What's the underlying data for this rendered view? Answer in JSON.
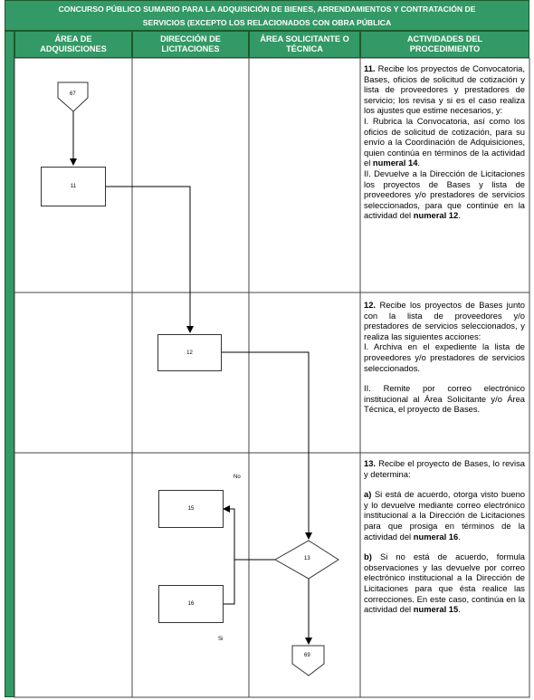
{
  "title": {
    "line1": "CONCURSO PÚBLICO SUMARIO PARA LA ADQUISICIÓN DE BIENES, ARRENDAMIENTOS Y CONTRATACIÓN DE",
    "line2": "SERVICIOS (EXCEPTO LOS RELACIONADOS CON OBRA PÚBLICA"
  },
  "columns": [
    {
      "line1": "ÁREA DE",
      "line2": "ADQUISICIONES"
    },
    {
      "line1": "DIRECCIÓN DE",
      "line2": "LICITACIONES"
    },
    {
      "line1": "ÁREA SOLICITANTE O",
      "line2": "TÉCNICA"
    },
    {
      "line1": "ACTIVIDADES DEL",
      "line2": "PROCEDIMIENTO"
    }
  ],
  "activities": {
    "a11": {
      "num": "11.",
      "intro": "Recibe los proyectos de Convocatoria, Bases, oficios de solicitud de cotización y lista de proveedores y prestadores de servicio; los revisa y si es el caso realiza los ajustes que estime necesarios, y:",
      "i": "I. Rubrica la Convocatoria, así como los oficios de solicitud de cotización, para su envío a la Coordinación de Adquisiciones, quien continúa en términos de la actividad el",
      "i_ref": "numeral 14",
      "ii": "II. Devuelve a la Dirección de Licitaciones los proyectos de Bases y lista de proveedores y/o prestadores de servicios seleccionados, para que continúe en la actividad del",
      "ii_ref": "numeral 12"
    },
    "a12": {
      "num": "12.",
      "intro": "Recibe los proyectos de Bases junto con la lista de proveedores y/o prestadores de servicios seleccionados, y realiza las siguientes acciones:",
      "i": "I. Archiva en el expediente la lista de proveedores y/o prestadores de servicios seleccionados.",
      "ii": "II. Remite por correo electrónico institucional al Área Solicitante y/o Área Técnica, el proyecto de Bases."
    },
    "a13": {
      "num": "13.",
      "intro": "Recibe el proyecto de Bases, lo revisa y determina:",
      "a_lbl": "a)",
      "a": "Si está de acuerdo, otorga visto bueno y lo devuelve mediante correo electrónico institucional a la Dirección de Licitaciones para que prosiga en términos de la actividad del",
      "a_ref": "numeral 16",
      "b_lbl": "b)",
      "b": "Si no está de acuerdo, formula observaciones y las devuelve por correo electrónico institucional a la Dirección de Licitaciones para que ésta realice las correcciones. En este caso, continúa en la actividad del",
      "b_ref": "numeral 15"
    }
  },
  "flow": {
    "connector_in": "67",
    "box11": "11",
    "box12": "12",
    "diamond13": "13",
    "box15": "15",
    "box16": "16",
    "connector_out": "69",
    "label_no": "No",
    "label_si": "Si"
  }
}
